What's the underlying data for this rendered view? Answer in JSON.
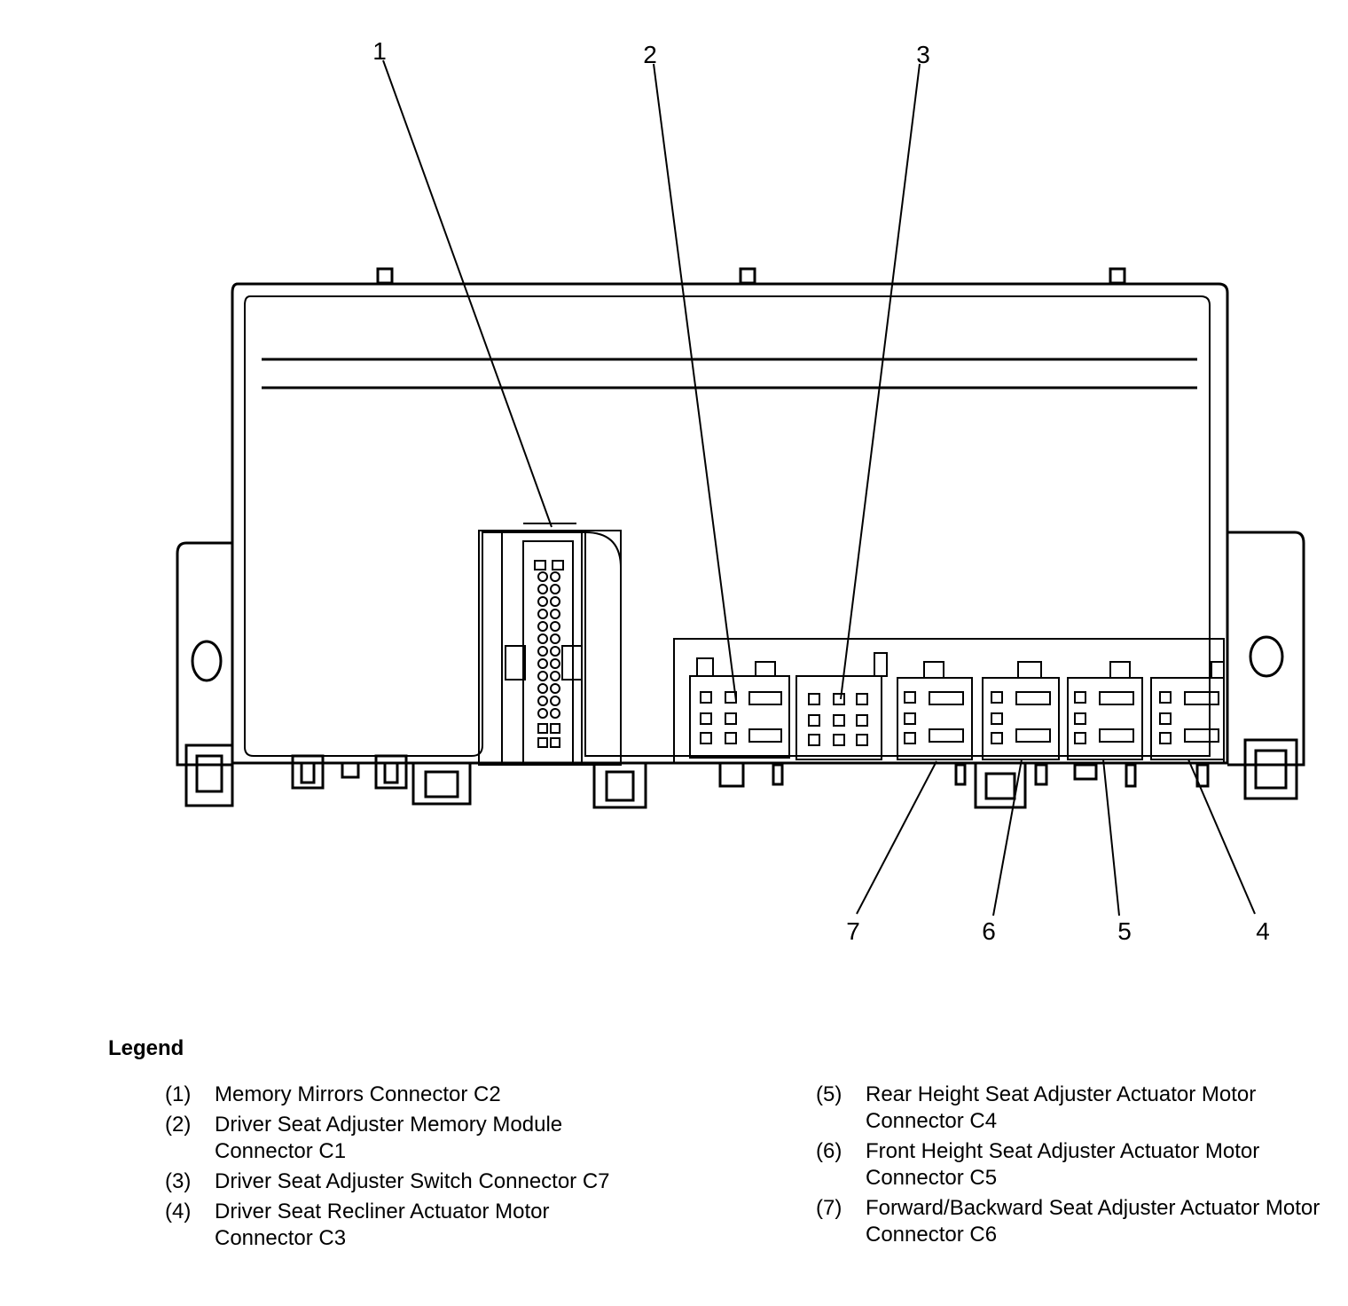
{
  "callouts": [
    {
      "id": "1",
      "label": "1"
    },
    {
      "id": "2",
      "label": "2"
    },
    {
      "id": "3",
      "label": "3"
    },
    {
      "id": "4",
      "label": "4"
    },
    {
      "id": "5",
      "label": "5"
    },
    {
      "id": "6",
      "label": "6"
    },
    {
      "id": "7",
      "label": "7"
    }
  ],
  "legend": {
    "title": "Legend",
    "items": [
      {
        "num": "(1)",
        "text": "Memory Mirrors Connector C2"
      },
      {
        "num": "(2)",
        "text": "Driver Seat Adjuster Memory Module Connector C1"
      },
      {
        "num": "(3)",
        "text": "Driver Seat Adjuster Switch Connector C7"
      },
      {
        "num": "(4)",
        "text": "Driver Seat Recliner Actuator Motor Connector C3"
      },
      {
        "num": "(5)",
        "text": "Rear Height Seat Adjuster Actuator Motor Connector C4"
      },
      {
        "num": "(6)",
        "text": "Front Height Seat Adjuster Actuator Motor Connector C5"
      },
      {
        "num": "(7)",
        "text": "Forward/Backward Seat Adjuster Actuator Motor Connector C6"
      }
    ]
  }
}
